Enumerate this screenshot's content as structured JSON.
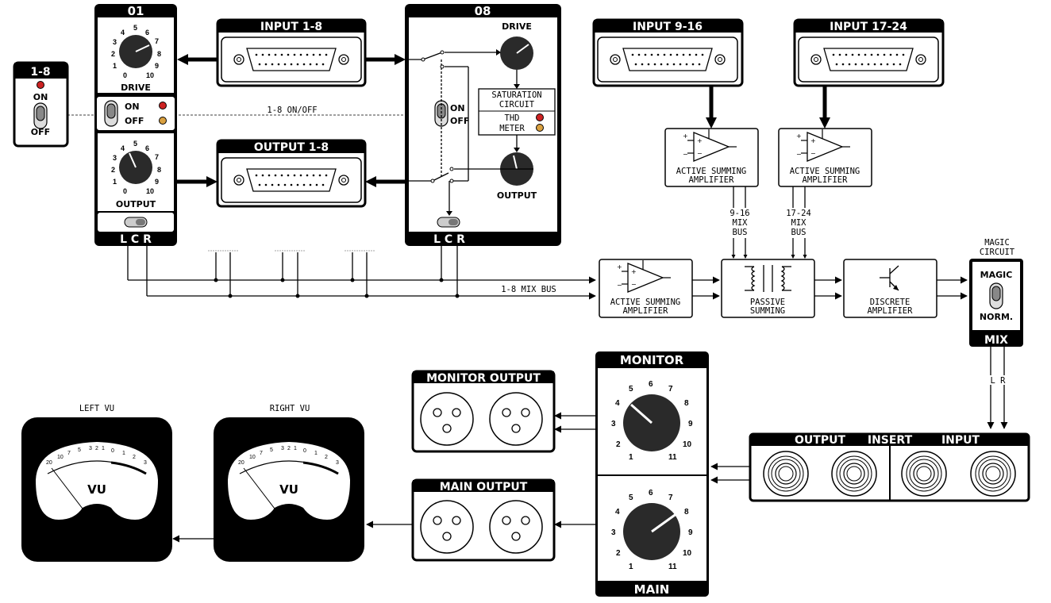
{
  "colors": {
    "panel": "#000000",
    "led_red": "#cc2222",
    "led_amber": "#d9a040",
    "knob": "#2a2a2a",
    "vu_face": "#ffffff"
  },
  "switch_1_8": {
    "title": "1-8",
    "on": "ON",
    "off": "OFF"
  },
  "unit01": {
    "title": "01",
    "drive": "DRIVE",
    "output": "OUTPUT",
    "on": "ON",
    "off": "OFF",
    "lcr": "L C R",
    "scale": [
      "0",
      "1",
      "2",
      "3",
      "4",
      "5",
      "6",
      "7",
      "8",
      "9",
      "10"
    ]
  },
  "unit08": {
    "title": "08",
    "drive": "DRIVE",
    "output": "OUTPUT",
    "on": "ON",
    "off": "OFF",
    "lcr": "L C R",
    "sat1": "SATURATION",
    "sat2": "CIRCUIT",
    "thd": "THD",
    "meter": "METER"
  },
  "connectors": {
    "input_1_8": "INPUT 1-8",
    "output_1_8": "OUTPUT 1-8",
    "input_9_16": "INPUT 9-16",
    "input_17_24": "INPUT 17-24"
  },
  "labels": {
    "on_off_line": "1-8 ON/OFF",
    "mix_bus": "1-8 MIX BUS",
    "active1": "ACTIVE SUMMING",
    "active2": "AMPLIFIER",
    "bus916_1": "9-16",
    "bus916_2": "MIX",
    "bus916_3": "BUS",
    "bus1724_1": "17-24",
    "bus1724_2": "MIX",
    "bus1724_3": "BUS",
    "passive1": "PASSIVE",
    "passive2": "SUMMING",
    "discrete1": "DISCRETE",
    "discrete2": "AMPLIFIER",
    "magic_c1": "MAGIC",
    "magic_c2": "CIRCUIT",
    "lr": "L    R"
  },
  "magic": {
    "magic": "MAGIC",
    "norm": "NORM.",
    "mix": "MIX"
  },
  "insert": {
    "output": "OUTPUT",
    "insert": "INSERT",
    "input": "INPUT"
  },
  "monitor": {
    "title": "MONITOR",
    "scale": [
      "1",
      "2",
      "3",
      "4",
      "5",
      "6",
      "7",
      "8",
      "9",
      "10",
      "11"
    ]
  },
  "main": {
    "title": "MAIN",
    "scale": [
      "1",
      "2",
      "3",
      "4",
      "5",
      "6",
      "7",
      "8",
      "9",
      "10",
      "11"
    ]
  },
  "monitor_output": {
    "title": "MONITOR OUTPUT"
  },
  "main_output": {
    "title": "MAIN OUTPUT"
  },
  "vu_left": {
    "caption": "LEFT VU",
    "face": "VU",
    "scale": [
      "20",
      "10",
      "7",
      "5",
      "3",
      "2",
      "1",
      "0",
      "1",
      "2",
      "3"
    ]
  },
  "vu_right": {
    "caption": "RIGHT VU",
    "face": "VU",
    "scale": [
      "20",
      "10",
      "7",
      "5",
      "3",
      "2",
      "1",
      "0",
      "1",
      "2",
      "3"
    ]
  }
}
